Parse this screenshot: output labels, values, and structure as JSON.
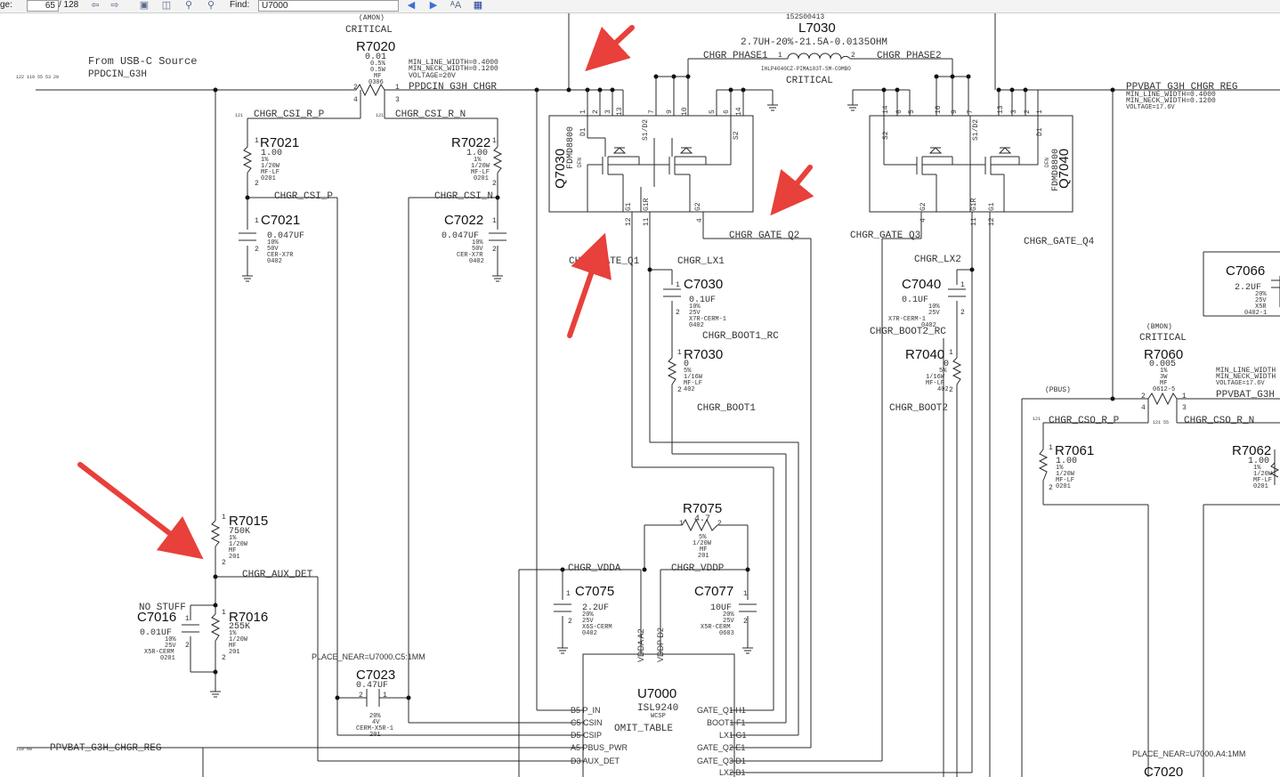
{
  "toolbar": {
    "page_label": "ge:",
    "page_current": "65",
    "page_total": "/ 128",
    "find_label": "Find:",
    "find_value": "U7000"
  },
  "colors": {
    "wire": "#2a2a2a",
    "arrow": "#e8403a",
    "text": "#333333"
  },
  "schematic": {
    "from_source": "From USB-C Source",
    "ppdcin_g3h": "PPDCIN_G3H",
    "ppdcin_nodes": "122 119 55 53 29",
    "ppdcin_g3h_chgr": "PPDCIN_G3H_CHGR",
    "ppvbat_g3h_chgr_reg": "PPVBAT_G3H_CHGR_REG",
    "ppvbat_nodes": "118 68",
    "ppvbat_g3h_rail": "PPVBAT_G3H",
    "vbat_notes": [
      "MIN_LINE_WIDTH=0.4000",
      "MIN_NECK_WIDTH=0.1200",
      "VOLTAGE=17.6V"
    ],
    "vbat_notes2": [
      "MIN_LINE_WIDTH",
      "MIN_NECK_WIDTH",
      "VOLTAGE=17.6V"
    ],
    "r7020": {
      "ref": "R7020",
      "tag": "(AMON)",
      "crit": "CRITICAL",
      "val": "0.01",
      "specs": [
        "0.5%",
        "0.5W",
        "MF",
        "0306"
      ],
      "notes": [
        "MIN_LINE_WIDTH=0.4000",
        "MIN_NECK_WIDTH=0.1200",
        "VOLTAGE=20V"
      ]
    },
    "l7030": {
      "ref": "L7030",
      "pn": "152S00413",
      "val": "2.7UH-20%-21.5A-0.0135OHM",
      "part": "IHLP4040CZ-PIMA103T-SM-COMBO",
      "crit": "CRITICAL"
    },
    "nets": {
      "csi_r_p": "CHGR_CSI_R_P",
      "csi_r_n": "CHGR_CSI_R_N",
      "csi_p": "CHGR_CSI_P",
      "csi_n": "CHGR_CSI_N",
      "phase1": "CHGR_PHASE1",
      "phase2": "CHGR_PHASE2",
      "gate_q1": "CHGR_GATE_Q1",
      "gate_q2": "CHGR_GATE_Q2",
      "gate_q3": "CHGR_GATE_Q3",
      "gate_q4": "CHGR_GATE_Q4",
      "lx1": "CHGR_LX1",
      "lx2": "CHGR_LX2",
      "boot1_rc": "CHGR_BOOT1_RC",
      "boot2_rc": "CHGR_BOOT2_RC",
      "boot1": "CHGR_BOOT1",
      "boot2": "CHGR_BOOT2",
      "aux_det": "CHGR_AUX_DET",
      "vdda": "CHGR_VDDA",
      "vddp": "CHGR_VDDP",
      "cso_r_p": "CHGR_CSO_R_P",
      "cso_r_n": "CHGR_CSO_R_N"
    },
    "page_ref_121": "121",
    "page_ref_121_55": "121 55",
    "pbus": "(PBUS)",
    "bmon": "(BMON)",
    "crit": "CRITICAL",
    "r7021": {
      "ref": "R7021",
      "val": "1.00",
      "specs": [
        "1%",
        "1/20W",
        "MF-LF",
        "0201"
      ]
    },
    "r7022": {
      "ref": "R7022",
      "val": "1.00",
      "specs": [
        "1%",
        "1/20W",
        "MF-LF",
        "0201"
      ]
    },
    "c7021": {
      "ref": "C7021",
      "val": "0.047UF",
      "specs": [
        "10%",
        "50V",
        "CER-X7R",
        "0402"
      ]
    },
    "c7022": {
      "ref": "C7022",
      "val": "0.047UF",
      "specs": [
        "10%",
        "50V",
        "CER-X7R",
        "0402"
      ]
    },
    "q7030": {
      "ref": "Q7030",
      "part": "FDMD8800",
      "pkg": "DFN"
    },
    "q7040": {
      "ref": "Q7040",
      "part": "FDMD8800",
      "pkg": "DFN"
    },
    "c7030": {
      "ref": "C7030",
      "val": "0.1UF",
      "specs": [
        "10%",
        "25V",
        "X7R-CERM-1",
        "0402"
      ]
    },
    "c7040": {
      "ref": "C7040",
      "val": "0.1UF",
      "specs": [
        "10%",
        "25V",
        "X7R-CERM-1",
        "0402"
      ]
    },
    "r7030": {
      "ref": "R7030",
      "val": "0",
      "specs": [
        "5%",
        "1/16W",
        "MF-LF",
        "402"
      ]
    },
    "r7040": {
      "ref": "R7040",
      "val": "0",
      "specs": [
        "5%",
        "1/16W",
        "MF-LF",
        "402"
      ]
    },
    "c7066": {
      "ref": "C7066",
      "val": "2.2UF",
      "specs": [
        "20%",
        "25V",
        "X5R",
        "0402-1"
      ]
    },
    "r7060": {
      "ref": "R7060",
      "val": "0.005",
      "specs": [
        "1%",
        "3W",
        "MF",
        "0612-5"
      ]
    },
    "r7061": {
      "ref": "R7061",
      "val": "1.00",
      "specs": [
        "1%",
        "1/20W",
        "MF-LF",
        "0201"
      ]
    },
    "r7062": {
      "ref": "R7062",
      "val": "1.00",
      "specs": [
        "1%",
        "1/20W",
        "MF-LF",
        "0201"
      ]
    },
    "r7015": {
      "ref": "R7015",
      "val": "750K",
      "specs": [
        "1%",
        "1/20W",
        "MF",
        "201"
      ]
    },
    "r7016": {
      "ref": "R7016",
      "val": "255K",
      "specs": [
        "1%",
        "1/20W",
        "MF",
        "201"
      ]
    },
    "c7016": {
      "ref": "C7016",
      "nostuff": "NO STUFF",
      "val": "0.01UF",
      "specs": [
        "10%",
        "25V",
        "X5R-CERM",
        "0201"
      ]
    },
    "c7023": {
      "ref": "C7023",
      "val": "0.47UF",
      "specs": [
        "20%",
        "4V",
        "CERM-X5R-1",
        "201"
      ],
      "place": "PLACE_NEAR=U7000.C5:1MM"
    },
    "r7075": {
      "ref": "R7075",
      "val": "4.7",
      "specs": [
        "5%",
        "1/20W",
        "MF",
        "201"
      ]
    },
    "c7075": {
      "ref": "C7075",
      "val": "2.2UF",
      "specs": [
        "20%",
        "25V",
        "X6S-CERM",
        "0402"
      ]
    },
    "c7077": {
      "ref": "C7077",
      "val": "10UF",
      "specs": [
        "20%",
        "25V",
        "X5R-CERM",
        "0603"
      ]
    },
    "u7000": {
      "ref": "U7000",
      "part": "ISL9240",
      "pkg": "WCSP",
      "omit": "OMIT_TABLE",
      "left_pins": [
        "B5 P_IN",
        "C5 CSIN",
        "D5 CSIP",
        "A5 PBUS_PWR",
        "D3 AUX_DET"
      ],
      "right_pins": [
        "GATE_Q1 H1",
        "BOOT1 F1",
        "LX1 G1",
        "GATE_Q2 E1",
        "GATE_Q3 D1",
        "LX2 B1"
      ],
      "top_pins": [
        "VDDA A2",
        "VDDP D2"
      ]
    },
    "c7020": {
      "ref": "C7020",
      "place": "PLACE_NEAR=U7000.A4:1MM"
    }
  }
}
